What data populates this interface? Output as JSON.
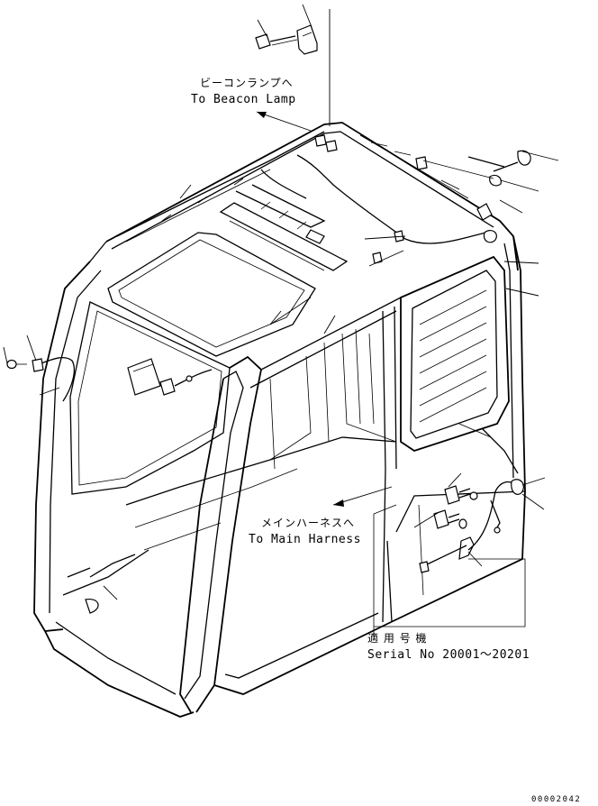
{
  "callouts": {
    "beacon": {
      "jp": "ビーコンランプへ",
      "en": "To Beacon Lamp"
    },
    "harness": {
      "jp": "メインハーネスへ",
      "en": "To Main Harness"
    },
    "serial": {
      "jp": "適 用 号 機",
      "en": "Serial No 20001～20201"
    }
  },
  "drawing_code": "00002042"
}
